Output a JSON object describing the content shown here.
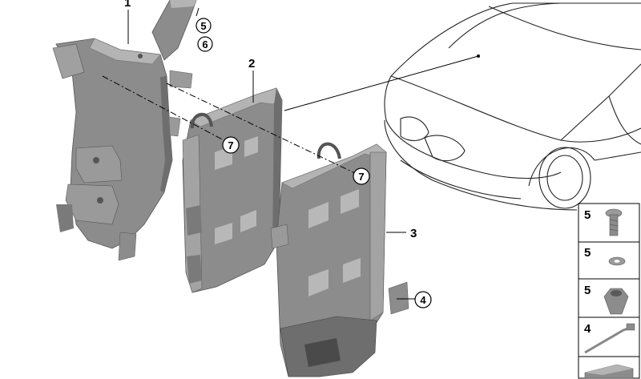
{
  "callouts": {
    "part_1": "1",
    "part_2": "2",
    "part_3": "3",
    "circle_4": "4",
    "circle_5": "5",
    "circle_6": "6",
    "circle_7a": "7",
    "circle_7b": "7"
  },
  "side_panel": {
    "items": [
      {
        "num": "5",
        "icon": "bolt-icon"
      },
      {
        "num": "5",
        "icon": "washer-icon"
      },
      {
        "num": "5",
        "icon": "nut-icon"
      },
      {
        "num": "4",
        "icon": "cable-tie-icon"
      },
      {
        "num": "",
        "icon": "pad-icon"
      }
    ]
  },
  "colors": {
    "part_fill": "#8c8c8c",
    "part_dark": "#6e6e6e",
    "part_light": "#b4b4b4",
    "line": "#000000",
    "car_line": "#222222",
    "panel_bg": "#ffffff"
  }
}
